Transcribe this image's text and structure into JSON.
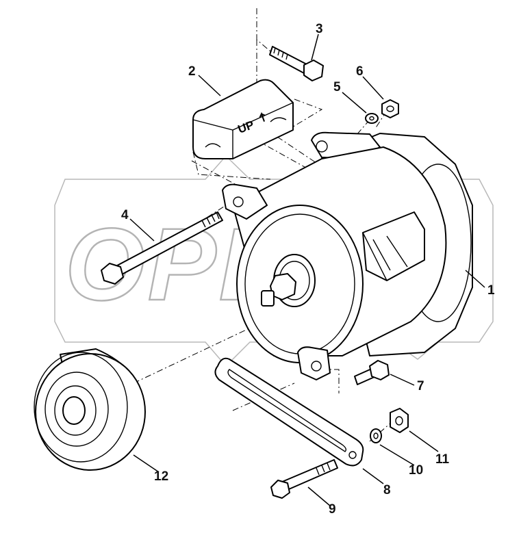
{
  "diagram": {
    "watermark": "OPEX",
    "bracket_text": "UP",
    "callouts": [
      "1",
      "2",
      "3",
      "4",
      "5",
      "6",
      "7",
      "8",
      "9",
      "10",
      "11",
      "12"
    ]
  }
}
